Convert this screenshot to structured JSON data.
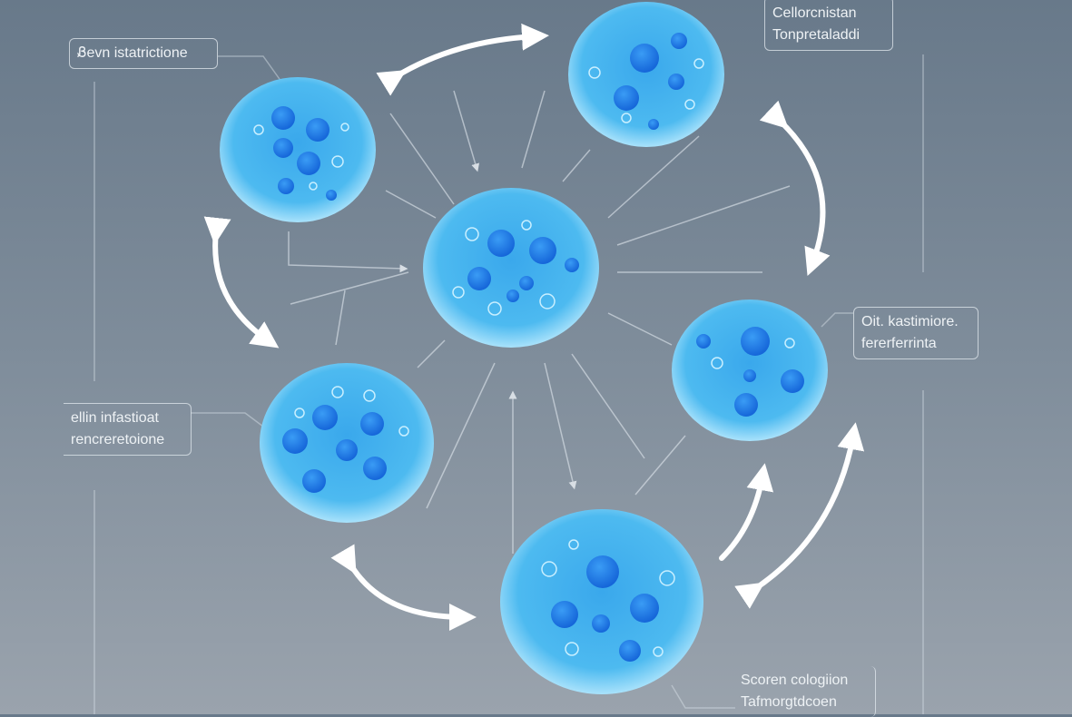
{
  "labels": {
    "top_left": {
      "line1": "Ᏸevn istatrictione"
    },
    "top_right": {
      "line1": "Cellorcnistan",
      "line2": "Tonpretaladdi"
    },
    "mid_left": {
      "line1": "ellin infastioat",
      "line2": "rencreretoione"
    },
    "mid_right": {
      "line1": "Oit. kastimiore.",
      "line2": "fererferrinta"
    },
    "bottom": {
      "line1": "Scoren cologiion",
      "line2": "Tafmorgtdcoen"
    }
  },
  "colors": {
    "cell_outer": "#8fd3f5",
    "cell_inner": "#3fb0ec",
    "nucleus": "#1e7fe8",
    "arrow": "#ffffff"
  }
}
